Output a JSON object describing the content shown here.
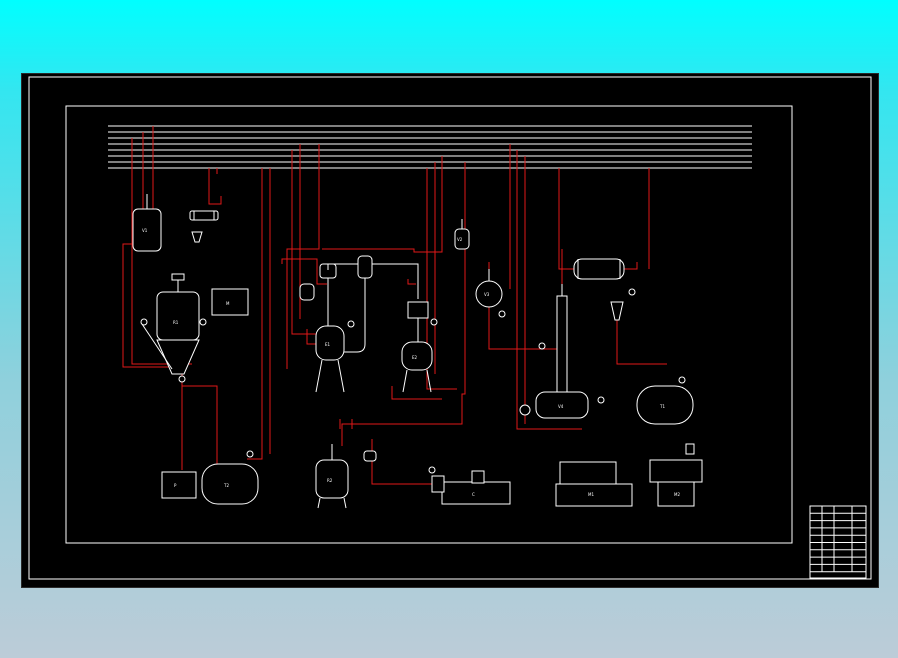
{
  "colors": {
    "background": "#000000",
    "pipe": "#e01818",
    "equipment": "#ffffff",
    "frame": "#ffffff"
  },
  "utility_lines": [
    "",
    "",
    "",
    "",
    "",
    "",
    "",
    ""
  ],
  "equipment": [
    {
      "id": "tank-1",
      "tag": "V1"
    },
    {
      "id": "reactor-1",
      "tag": "R1"
    },
    {
      "id": "box-1",
      "tag": "M"
    },
    {
      "id": "evap-1",
      "tag": "E1"
    },
    {
      "id": "evap-2",
      "tag": "E2"
    },
    {
      "id": "vessel-mid",
      "tag": "V2"
    },
    {
      "id": "vessel-right",
      "tag": "V3"
    },
    {
      "id": "drum-top",
      "tag": ""
    },
    {
      "id": "column",
      "tag": ""
    },
    {
      "id": "drum-bottom",
      "tag": "V4"
    },
    {
      "id": "storage-tank",
      "tag": "T1"
    },
    {
      "id": "pump-box",
      "tag": "P"
    },
    {
      "id": "horizontal-tank",
      "tag": "T2"
    },
    {
      "id": "mixer",
      "tag": "R2"
    },
    {
      "id": "conveyor",
      "tag": "C"
    },
    {
      "id": "machine-1",
      "tag": "M1"
    },
    {
      "id": "machine-2",
      "tag": "M2"
    }
  ],
  "title_block_rows": 9
}
